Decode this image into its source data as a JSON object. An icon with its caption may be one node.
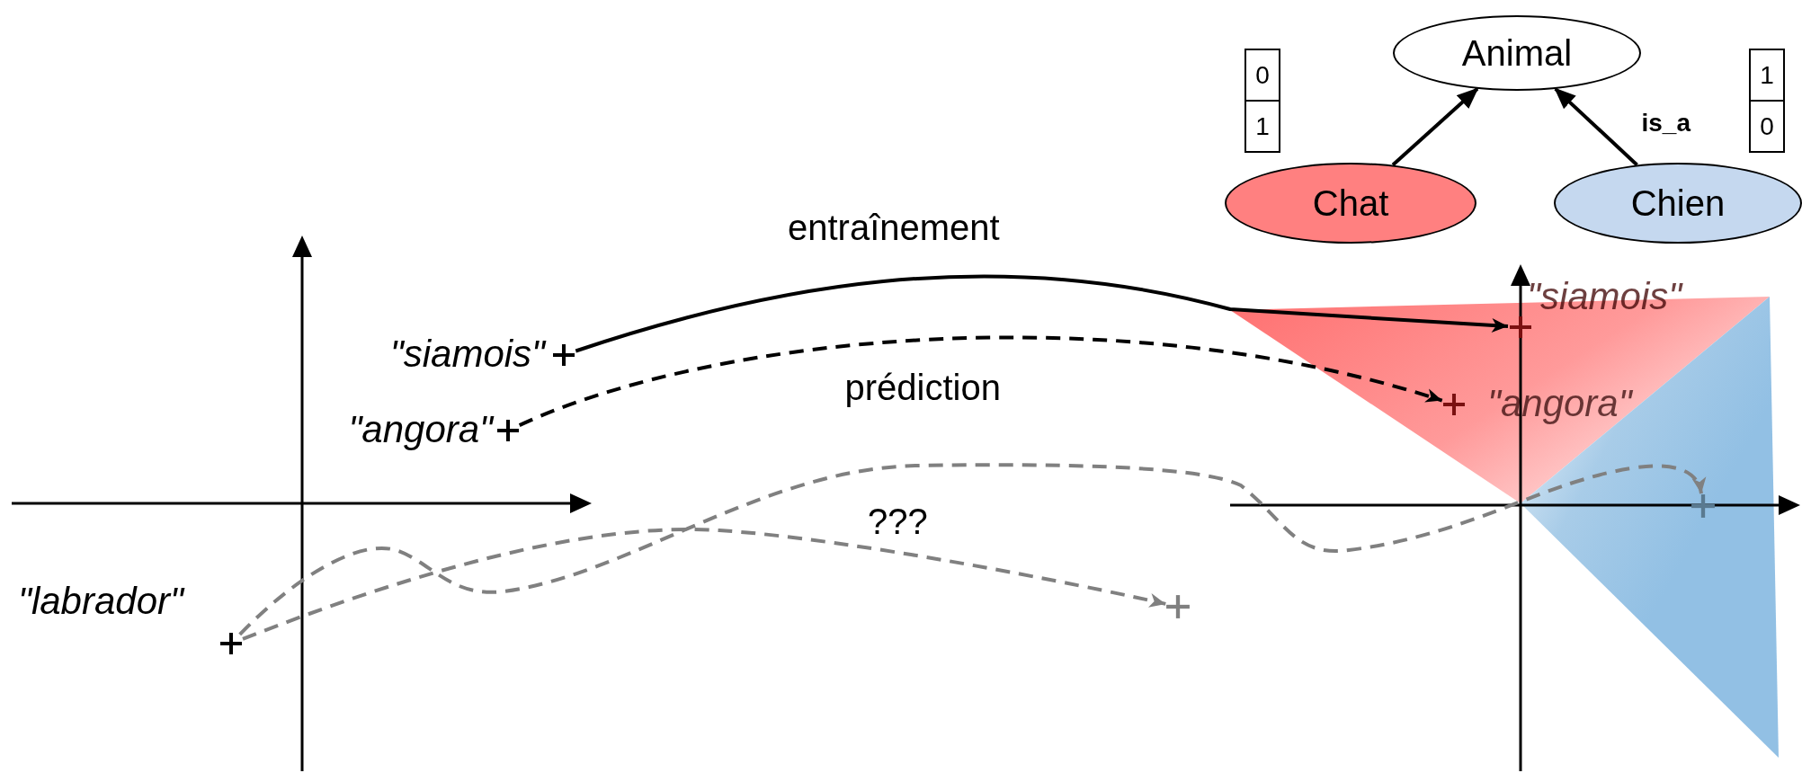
{
  "diagram": {
    "nodes": [
      {
        "text": [
          "Animal"
        ]
      },
      {
        "text": [
          "0",
          "1"
        ]
      },
      {
        "text": [
          "1",
          "0"
        ]
      },
      {
        "text": [
          "Chat"
        ]
      },
      {
        "text": [
          "Chien"
        ]
      },
      {
        "text": [
          "\"siamois\""
        ]
      },
      {
        "text": [
          "\"angora\""
        ]
      },
      {
        "text": [
          "\"labrador\""
        ]
      },
      {
        "text": [
          "\"siamois\""
        ]
      },
      {
        "text": [
          "\"angora\""
        ]
      },
      {
        "text": [],
        "shape": "cross"
      },
      {
        "text": [],
        "shape": "cross"
      }
    ],
    "edges": [
      {
        "from": 3,
        "to": 0,
        "arrow": "to"
      },
      {
        "from": 4,
        "to": 0,
        "arrow": "to",
        "label": "is_a"
      },
      {
        "from": 5,
        "to": 8,
        "arrow": "to",
        "label": "entraînement"
      },
      {
        "from": 6,
        "to": 9,
        "arrow": "to",
        "style": "dashed",
        "label": "prédiction"
      },
      {
        "from": 7,
        "to": 10,
        "arrow": "to",
        "style": "dashed",
        "color": "#808080"
      },
      {
        "from": 7,
        "to": 11,
        "arrow": "to",
        "style": "dashed",
        "color": "#808080"
      }
    ],
    "labels": [
      "???"
    ]
  }
}
